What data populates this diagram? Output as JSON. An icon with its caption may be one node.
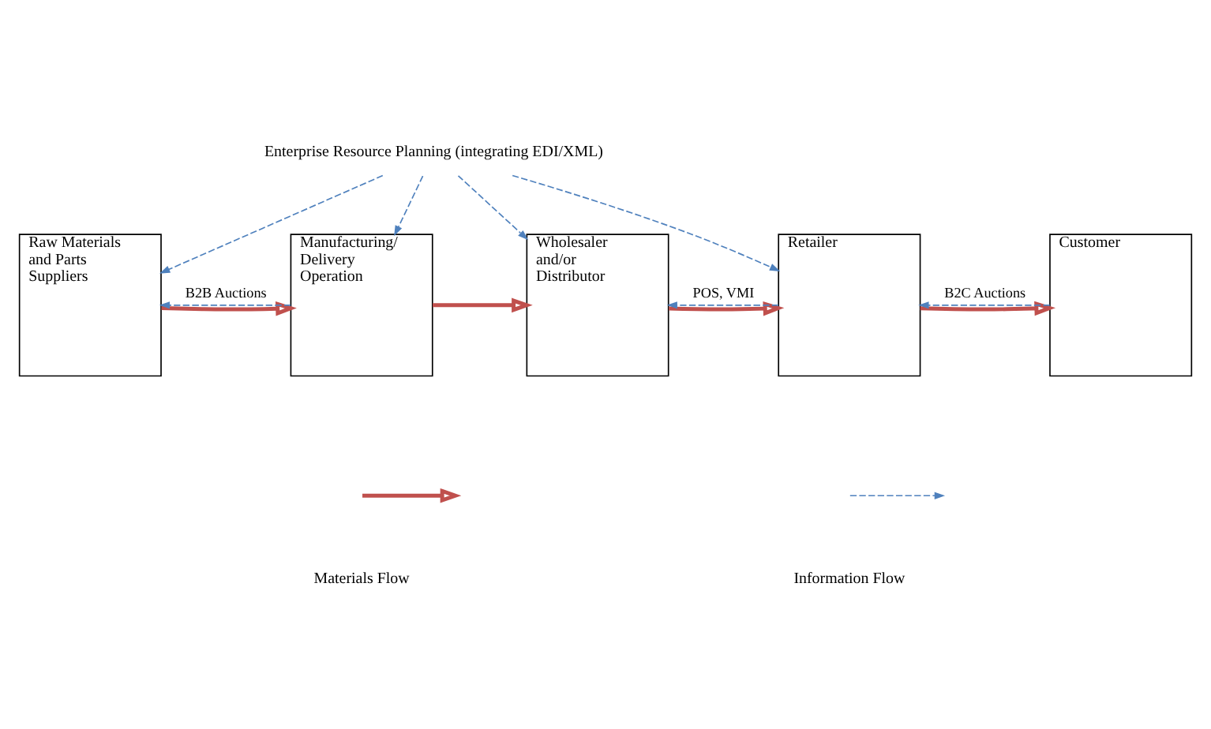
{
  "diagram": {
    "nodes": [
      {
        "text": [
          "Enterprise Resource Planning (integrating EDI/XML)"
        ]
      },
      {
        "text": [
          "Raw Materials and Parts Suppliers"
        ]
      },
      {
        "text": [
          "Manufacturing/ Delivery Operation"
        ]
      },
      {
        "text": [
          "Wholesaler and/or Distributor"
        ]
      },
      {
        "text": [
          "Retailer"
        ]
      },
      {
        "text": [
          "Customer"
        ]
      }
    ],
    "edges": [
      {
        "from": 0,
        "to": 1,
        "arrow": "to",
        "style": "dashed"
      },
      {
        "from": 0,
        "to": 2,
        "arrow": "to",
        "style": "dashed"
      },
      {
        "from": 0,
        "to": 3,
        "arrow": "to",
        "style": "dashed"
      },
      {
        "from": 0,
        "to": 4,
        "arrow": "to",
        "style": "dashed"
      },
      {
        "from": 1,
        "to": 2,
        "arrow": "to",
        "style": "thick",
        "color": "#c0504d"
      },
      {
        "from": 2,
        "to": 3,
        "arrow": "to",
        "style": "thick",
        "color": "#c0504d"
      },
      {
        "from": 3,
        "to": 4,
        "arrow": "to",
        "style": "thick",
        "color": "#c0504d"
      },
      {
        "from": 4,
        "to": 5,
        "arrow": "to",
        "style": "thick",
        "color": "#c0504d"
      },
      {
        "from": 2,
        "to": 1,
        "arrow": "to",
        "style": "dashed",
        "label": "B2B Auctions"
      },
      {
        "from": 4,
        "to": 3,
        "arrow": "to",
        "style": "dashed",
        "label": "POS, VMI"
      },
      {
        "from": 5,
        "to": 4,
        "arrow": "to",
        "style": "dashed",
        "label": "B2C Auctions"
      }
    ],
    "legend": [
      {
        "text": "Materials Flow"
      },
      {
        "text": "Information Flow"
      }
    ]
  }
}
